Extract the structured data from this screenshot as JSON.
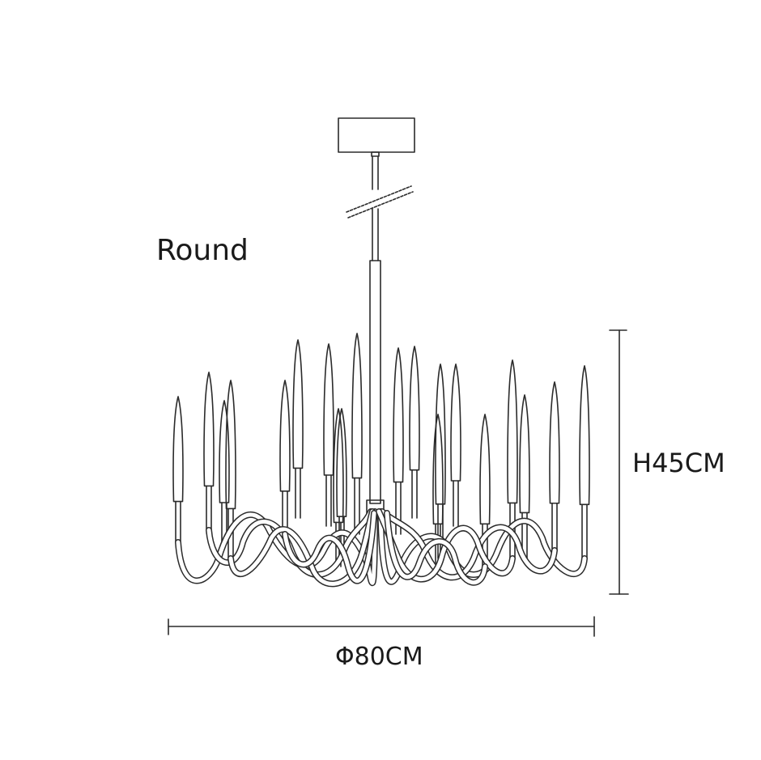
{
  "diagram": {
    "shape_label": "Round",
    "height_label": "H45CM",
    "width_label": "Φ80CM",
    "line_color": "#2b2b2b",
    "background_color": "#ffffff"
  }
}
